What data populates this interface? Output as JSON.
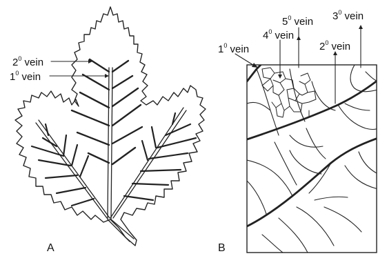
{
  "panels": {
    "a": {
      "letter": "A",
      "labels": [
        {
          "base": "2",
          "sup": "0",
          "rest": " vein"
        },
        {
          "base": "1",
          "sup": "0",
          "rest": " vein"
        }
      ]
    },
    "b": {
      "letter": "B",
      "labels": [
        {
          "base": "1",
          "sup": "0",
          "rest": " vein"
        },
        {
          "base": "4",
          "sup": "0",
          "rest": " vein"
        },
        {
          "base": "5",
          "sup": "0",
          "rest": " vein"
        },
        {
          "base": "2",
          "sup": "0",
          "rest": " vein"
        },
        {
          "base": "3",
          "sup": "0",
          "rest": " vein"
        }
      ]
    }
  },
  "colors": {
    "ink": "#222222",
    "background": "#ffffff"
  }
}
